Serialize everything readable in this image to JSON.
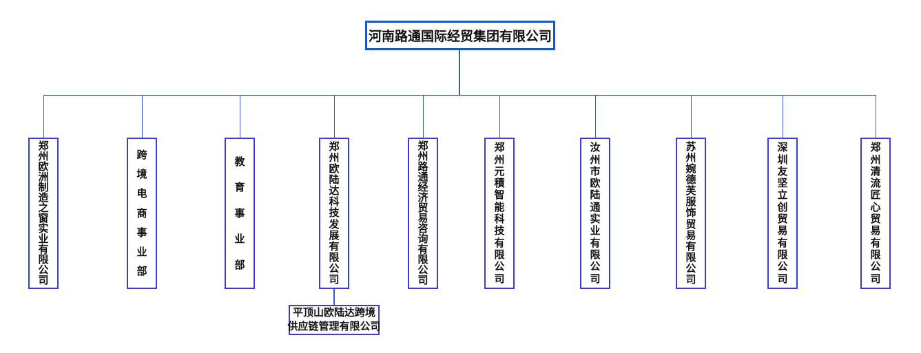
{
  "org": {
    "root": {
      "name": "河南路通国际经贸集团有限公司"
    },
    "children": [
      {
        "name": "郑州欧洲制造之窗实业有限公司"
      },
      {
        "name": "跨境电商事业部"
      },
      {
        "name": "教育事业部"
      },
      {
        "name": "郑州欧陆达科技发展有限公司",
        "has_subsidiary": true
      },
      {
        "name": "郑州路通经济贸易咨询有限公司"
      },
      {
        "name": "郑州元積智能科技有限公司"
      },
      {
        "name": "汝州市欧陆通实业有限公司"
      },
      {
        "name": "苏州婉德芙服饰贸易有限公司"
      },
      {
        "name": "深圳友坚立创贸易有限公司"
      },
      {
        "name": "郑州清流匠心贸易有限公司"
      }
    ],
    "subsidiary": {
      "parent_index": 3,
      "lines": [
        "平顶山欧陆达跨境",
        "供应链管理有限公司"
      ]
    },
    "colors": {
      "root_border": "#1857c8",
      "box_border": "#3b3bd8",
      "line": "#3c55d0",
      "text": "#111111",
      "background": "#ffffff"
    }
  }
}
